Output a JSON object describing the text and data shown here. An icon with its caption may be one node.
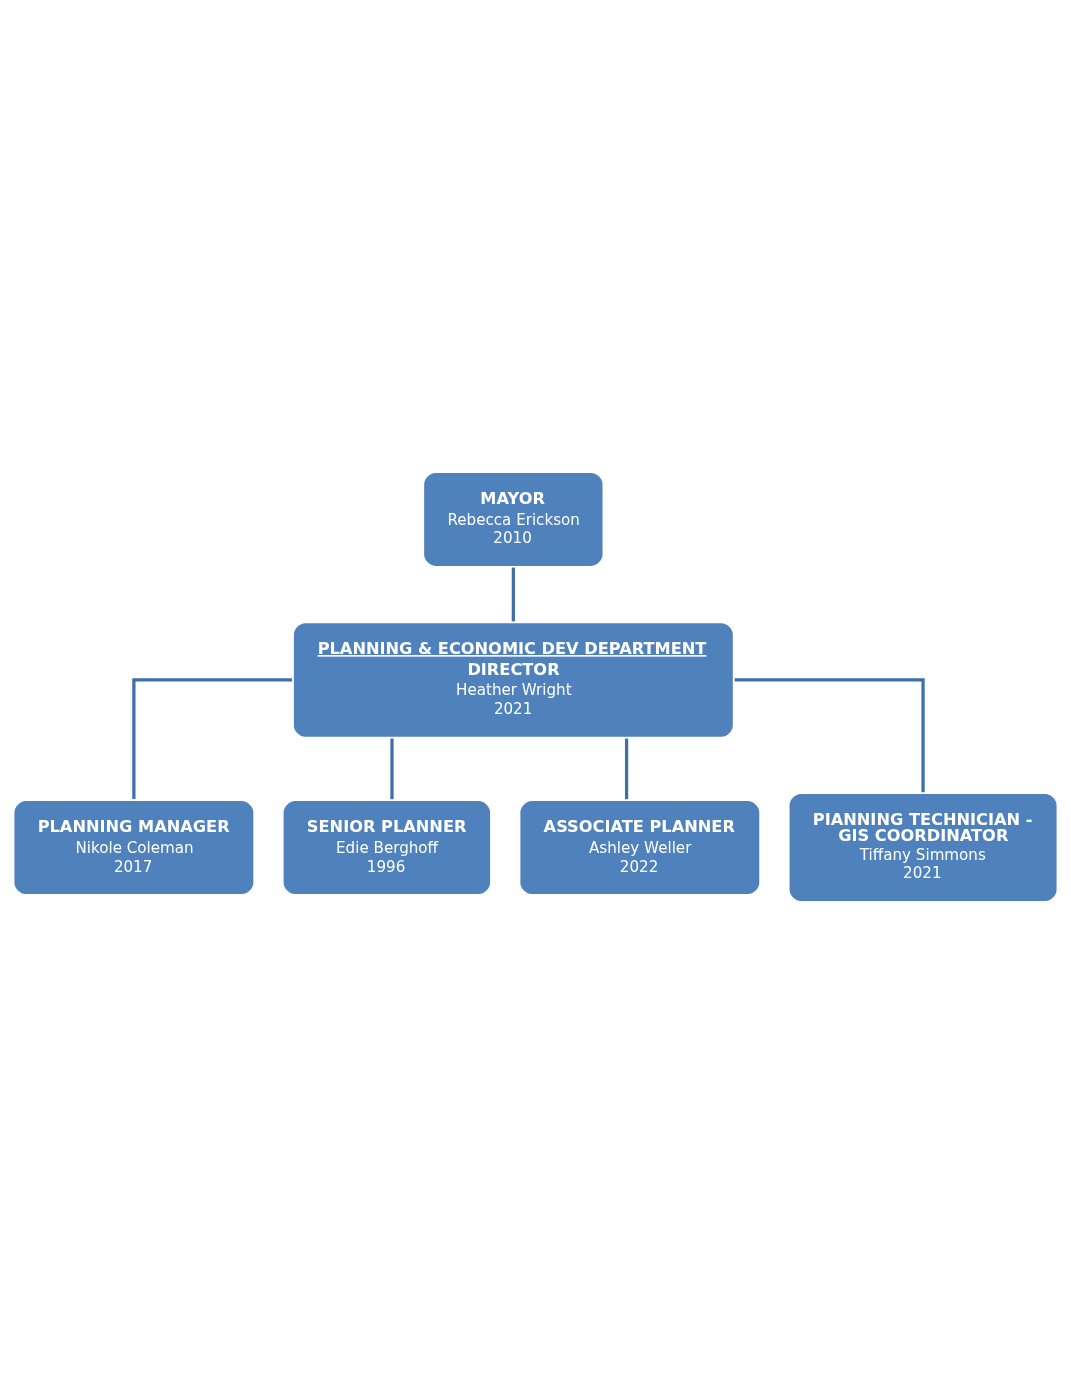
{
  "diagram": {
    "nodes": [
      {
        "text": [
          "MAYOR",
          "Rebecca Erickson",
          "2010"
        ]
      },
      {
        "text": [
          "PLANNING & ECONOMIC DEV DEPARTMENT",
          "DIRECTOR",
          "Heather Wright",
          "2021"
        ]
      },
      {
        "text": [
          "PLANNING MANAGER",
          "Nikole Coleman",
          "2017"
        ]
      },
      {
        "text": [
          "SENIOR PLANNER",
          "Edie Berghoff",
          "1996"
        ]
      },
      {
        "text": [
          "ASSOCIATE PLANNER",
          "Ashley Weller",
          "2022"
        ]
      },
      {
        "text": [
          "PIANNING TECHNICIAN - GIS COORDINATOR",
          "Tiffany Simmons",
          "2021"
        ]
      }
    ],
    "edges": [
      {
        "from": 0,
        "to": 1,
        "arrow": "none"
      },
      {
        "from": 1,
        "to": 2,
        "arrow": "none"
      },
      {
        "from": 1,
        "to": 3,
        "arrow": "none"
      },
      {
        "from": 1,
        "to": 4,
        "arrow": "none"
      },
      {
        "from": 1,
        "to": 5,
        "arrow": "none"
      }
    ]
  }
}
